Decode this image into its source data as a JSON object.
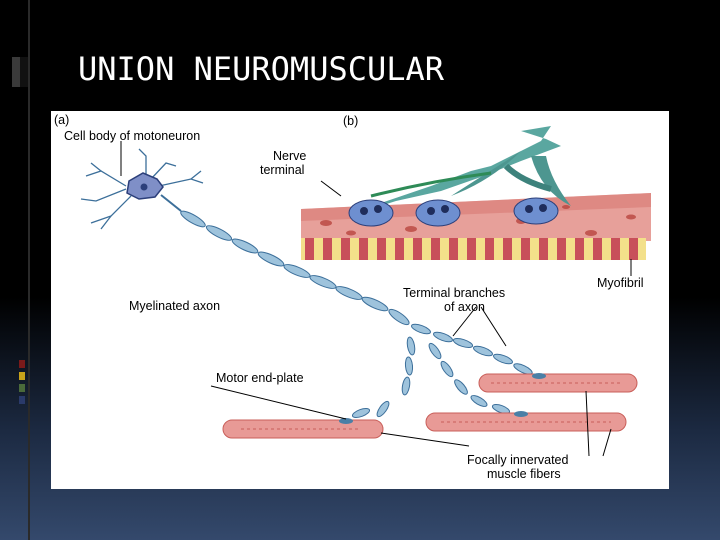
{
  "slide": {
    "title": "UNION NEUROMUSCULAR"
  },
  "figure": {
    "panel_a": "(a)",
    "panel_b": "(b)",
    "labels": {
      "cell_body": "Cell body of motoneuron",
      "nerve_terminal_1": "Nerve",
      "nerve_terminal_2": "terminal",
      "myofibril": "Myofibril",
      "myelinated_axon": "Myelinated axon",
      "terminal_branches_1": "Terminal branches",
      "terminal_branches_2": "of axon",
      "motor_end_plate": "Motor end-plate",
      "focally_1": "Focally innervated",
      "focally_2": "muscle fibers"
    }
  },
  "colors": {
    "neuron": "#4b7fa6",
    "neuron_light": "#9ec3dc",
    "soma": "#7f8fc7",
    "muscle": "#e89a96",
    "muscle_dark": "#c95f5a",
    "terminal_green": "#2e8b57",
    "stripe_yellow": "#f3e08a",
    "stripe_red": "#c8505a"
  }
}
